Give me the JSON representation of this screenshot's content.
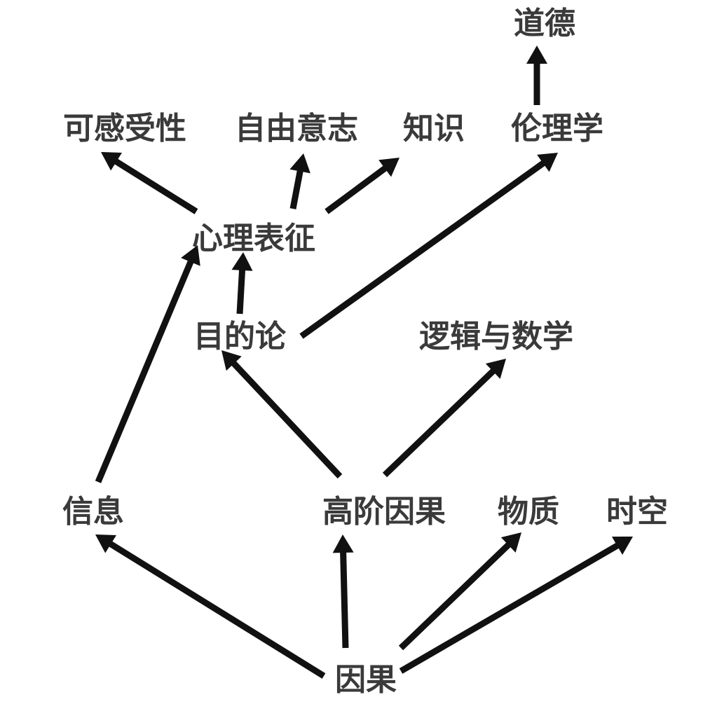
{
  "nodes": [
    {
      "id": "daode",
      "label": "道德"
    },
    {
      "id": "kegan",
      "label": "可感受性"
    },
    {
      "id": "ziyou",
      "label": "自由意志"
    },
    {
      "id": "zhishi",
      "label": "知识"
    },
    {
      "id": "lunli",
      "label": "伦理学"
    },
    {
      "id": "xinli",
      "label": "心理表征"
    },
    {
      "id": "mudi",
      "label": "目的论"
    },
    {
      "id": "luoji",
      "label": "逻辑与数学"
    },
    {
      "id": "xinxi",
      "label": "信息"
    },
    {
      "id": "gaojie",
      "label": "高阶因果"
    },
    {
      "id": "wuzhi",
      "label": "物质"
    },
    {
      "id": "shikong",
      "label": "时空"
    },
    {
      "id": "yinguo",
      "label": "因果"
    }
  ],
  "edges": [
    {
      "from": "yinguo",
      "to": "xinxi"
    },
    {
      "from": "yinguo",
      "to": "gaojie"
    },
    {
      "from": "yinguo",
      "to": "wuzhi"
    },
    {
      "from": "yinguo",
      "to": "shikong"
    },
    {
      "from": "gaojie",
      "to": "mudi"
    },
    {
      "from": "gaojie",
      "to": "luoji"
    },
    {
      "from": "xinxi",
      "to": "xinli"
    },
    {
      "from": "mudi",
      "to": "xinli"
    },
    {
      "from": "mudi",
      "to": "lunli"
    },
    {
      "from": "xinli",
      "to": "kegan"
    },
    {
      "from": "xinli",
      "to": "ziyou"
    },
    {
      "from": "xinli",
      "to": "zhishi"
    },
    {
      "from": "lunli",
      "to": "daode"
    }
  ]
}
